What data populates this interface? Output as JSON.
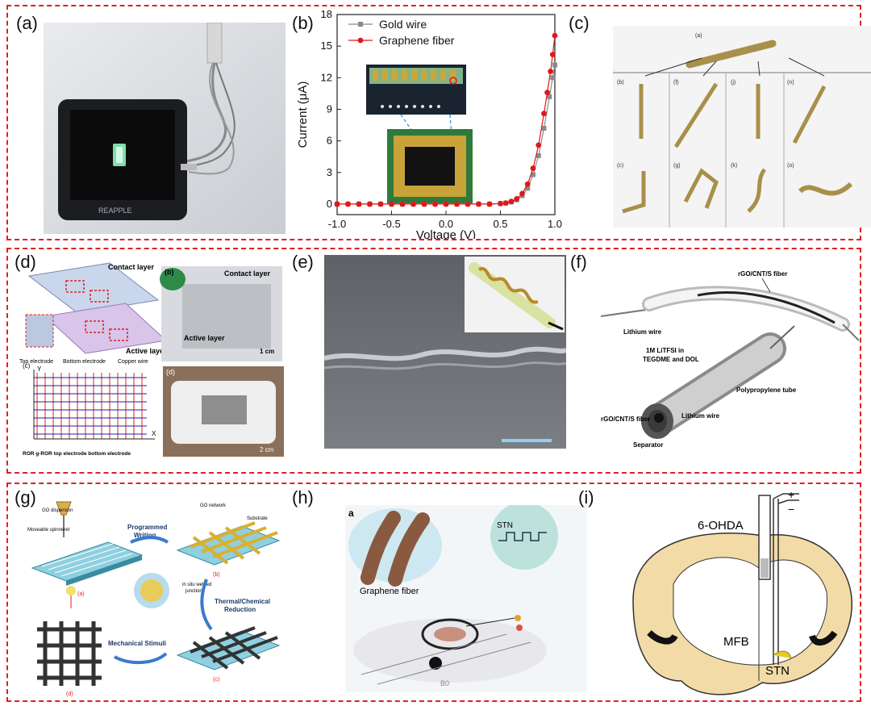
{
  "panels": {
    "a": {
      "label": "(a)",
      "device_brand": "REAPPLE"
    },
    "b": {
      "label": "(b)"
    },
    "c": {
      "label": "(c)",
      "sublabels": [
        "(a)",
        "(b)",
        "(f)",
        "(j)",
        "(n)",
        "(c)",
        "(g)",
        "(k)",
        "(o)"
      ]
    },
    "d": {
      "label": "(d)",
      "sub_b": "(b)",
      "sub_c": "(c)",
      "sub_d": "(d)",
      "contact_layer": "Contact layer",
      "active_layer": "Active layer",
      "contact_layer_photo": "Contact layer",
      "active_layer_photo": "Active layer",
      "legend_top": "Top electrode",
      "legend_bottom": "Bottom electrode",
      "legend_copper": "Copper wire",
      "scale_1": "1 cm",
      "scale_2": "2 cm",
      "grid_legend": "ROR  g-ROR  top electrode  bottom electrode",
      "axis_x": "X",
      "axis_y": "Y"
    },
    "e": {
      "label": "(e)"
    },
    "f": {
      "label": "(f)",
      "fiber": "rGO/CNT/S fiber",
      "lithium_wire": "Lithium wire",
      "electrolyte_1": "1M LiTFSI in",
      "electrolyte_2": "TEGDME and DOL",
      "tube": "Polypropylene tube",
      "fiber2": "rGO/CNT/S fiber",
      "lithium_wire2": "Lithium wire",
      "separator": "Separator"
    },
    "g": {
      "label": "(g)",
      "go_dispersion": "GO dispersion",
      "spinneret": "Moveable spinneret",
      "programmed": "Programmed",
      "writing": "Writing",
      "go_network": "GO network",
      "substrate": "Substrate",
      "sa": "(a)",
      "sb": "(b)",
      "sc": "(c)",
      "sd": "(d)",
      "in_situ_1": "in situ welded",
      "in_situ_2": "junctions",
      "thermal_1": "Thermal/Chemical",
      "thermal_2": "Reduction",
      "mech": "Mechanical Stimuli"
    },
    "h": {
      "label": "(h)",
      "sub": "a",
      "stn": "STN",
      "graphene": "Graphene fiber",
      "b0": "B0"
    },
    "i": {
      "label": "(i)",
      "ohda": "6-OHDA",
      "plus": "+",
      "minus": "−",
      "mfb": "MFB",
      "stn": "STN"
    }
  },
  "chart_data": {
    "type": "line",
    "xlabel": "Voltage (V)",
    "ylabel": "Current (μA)",
    "xlim": [
      -1.0,
      1.0
    ],
    "ylim": [
      -1,
      18
    ],
    "xticks": [
      "-1.0",
      "-0.5",
      "0.0",
      "0.5",
      "1.0"
    ],
    "yticks": [
      "0",
      "3",
      "6",
      "9",
      "12",
      "15",
      "18"
    ],
    "legend": "top-left",
    "series": [
      {
        "name": "Gold wire",
        "color": "#8a8a8a",
        "marker": "square",
        "x": [
          -1.0,
          -0.9,
          -0.8,
          -0.7,
          -0.6,
          -0.5,
          -0.4,
          -0.3,
          -0.2,
          -0.1,
          0.0,
          0.1,
          0.2,
          0.3,
          0.4,
          0.5,
          0.55,
          0.6,
          0.65,
          0.7,
          0.75,
          0.8,
          0.85,
          0.9,
          0.95,
          0.98,
          1.0
        ],
        "y": [
          0,
          0,
          0,
          0,
          0,
          0,
          0,
          0,
          0,
          0,
          0,
          0,
          0,
          0,
          0,
          0.05,
          0.1,
          0.2,
          0.4,
          0.8,
          1.5,
          2.8,
          4.6,
          7.2,
          10.2,
          12.0,
          13.2
        ]
      },
      {
        "name": "Graphene fiber",
        "color": "#e01818",
        "marker": "circle",
        "x": [
          -1.0,
          -0.9,
          -0.8,
          -0.7,
          -0.6,
          -0.5,
          -0.4,
          -0.3,
          -0.2,
          -0.1,
          0.0,
          0.1,
          0.2,
          0.3,
          0.4,
          0.5,
          0.55,
          0.6,
          0.65,
          0.7,
          0.75,
          0.8,
          0.85,
          0.9,
          0.93,
          0.96,
          0.98,
          1.0
        ],
        "y": [
          0,
          0,
          0,
          0,
          0,
          0,
          0,
          0,
          0,
          0,
          0,
          0,
          0,
          0,
          0,
          0.05,
          0.1,
          0.25,
          0.5,
          1.0,
          1.9,
          3.4,
          5.6,
          8.6,
          10.6,
          12.6,
          14.2,
          16.0
        ]
      }
    ]
  }
}
